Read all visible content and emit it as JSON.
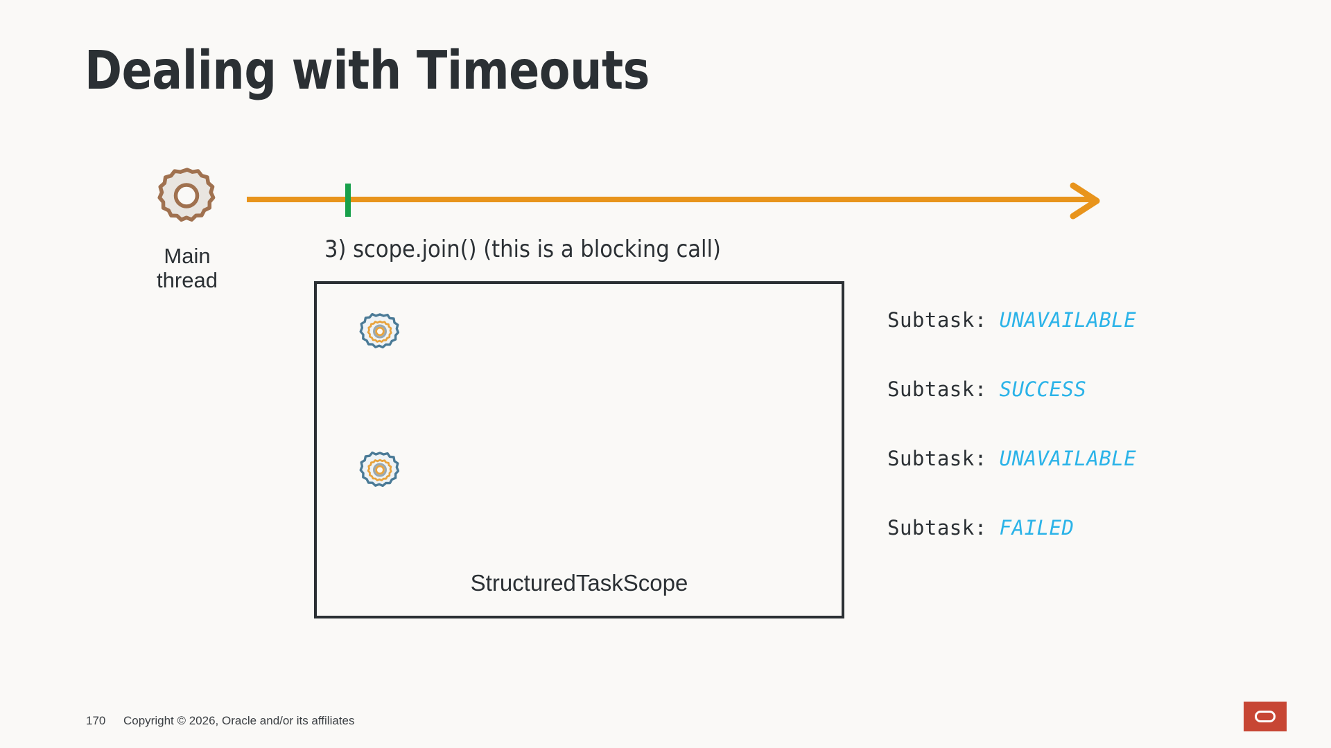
{
  "slide": {
    "title": "Dealing with Timeouts",
    "background_color": "#faf9f7",
    "title_color": "#2b3034"
  },
  "main_thread": {
    "label": "Main\nthread",
    "gear_icon": "gear-icon",
    "gear_stroke_color": "#a0714f",
    "gear_fill_color": "#e9e5e0"
  },
  "timeline": {
    "line_color": "#e8941c",
    "arrow_icon": "arrow-right-icon",
    "tick_color": "#18a04a",
    "tick_label": ""
  },
  "step": {
    "caption": "3) scope.join() (this is a blocking call)"
  },
  "scope_box": {
    "label": "StructuredTaskScope",
    "border_color": "#2b3034",
    "subtasks": [
      {
        "icon": "gear-icon"
      },
      {
        "icon": "gear-icon"
      }
    ],
    "gear_outer_color": "#4a7a96",
    "gear_inner_color": "#e8a33d",
    "gear_hub_color": "#9aa8b0"
  },
  "subtask_status": {
    "label_prefix": "Subtask:",
    "value_color": "#2bb3e8",
    "rows": [
      {
        "label": "Subtask:",
        "value": "UNAVAILABLE"
      },
      {
        "label": "Subtask:",
        "value": "SUCCESS"
      },
      {
        "label": "Subtask:",
        "value": "UNAVAILABLE"
      },
      {
        "label": "Subtask:",
        "value": "FAILED"
      }
    ]
  },
  "footer": {
    "page_number": "170",
    "copyright": "Copyright © 2026, Oracle and/or its affiliates",
    "logo_name": "oracle-logo",
    "logo_color": "#c74634"
  }
}
